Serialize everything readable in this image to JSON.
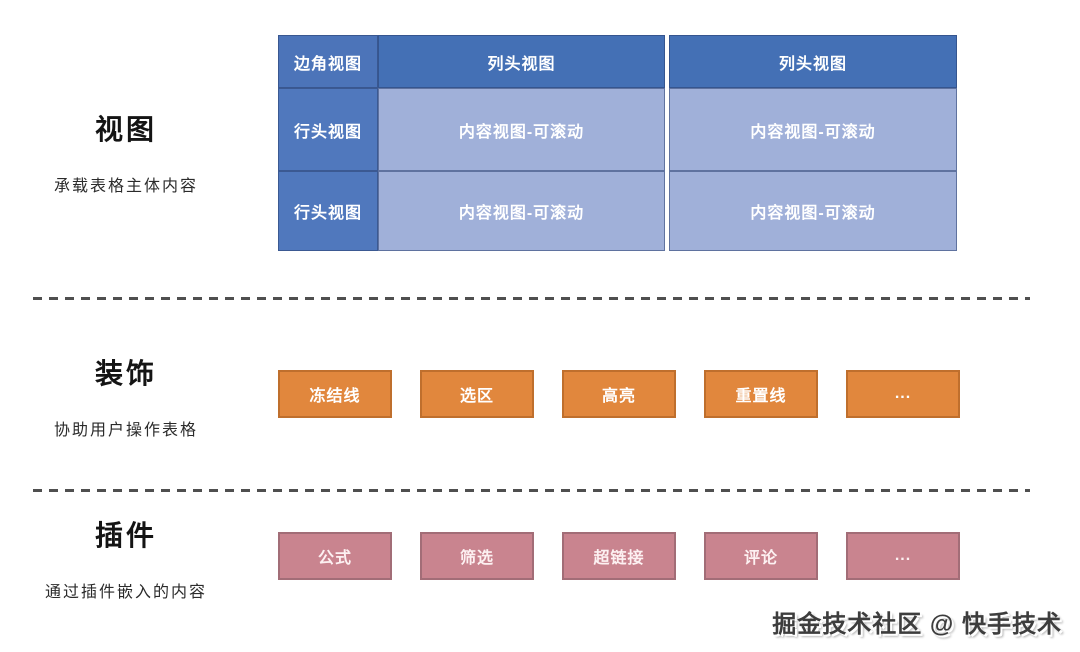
{
  "sections": {
    "views": {
      "title": "视图",
      "subtitle": "承载表格主体内容"
    },
    "decorations": {
      "title": "装饰",
      "subtitle": "协助用户操作表格",
      "items": [
        "冻结线",
        "选区",
        "高亮",
        "重置线",
        "..."
      ]
    },
    "plugins": {
      "title": "插件",
      "subtitle": "通过插件嵌入的内容",
      "items": [
        "公式",
        "筛选",
        "超链接",
        "评论",
        "..."
      ]
    }
  },
  "view_table": {
    "corner": "边角视图",
    "col_headers": [
      "列头视图",
      "列头视图"
    ],
    "rows": [
      {
        "header": "行头视图",
        "cells": [
          "内容视图-可滚动",
          "内容视图-可滚动"
        ]
      },
      {
        "header": "行头视图",
        "cells": [
          "内容视图-可滚动",
          "内容视图-可滚动"
        ]
      }
    ]
  },
  "footer": {
    "credit": "掘金技术社区 @ 快手技术"
  },
  "colors": {
    "column_header_blue": "#4470b5",
    "corner_blue": "#4c74b9",
    "row_header_blue": "#5078bd",
    "content_blue": "#a0b0d9",
    "decoration_orange": "#e1873d",
    "plugin_pink": "#c9848f"
  }
}
